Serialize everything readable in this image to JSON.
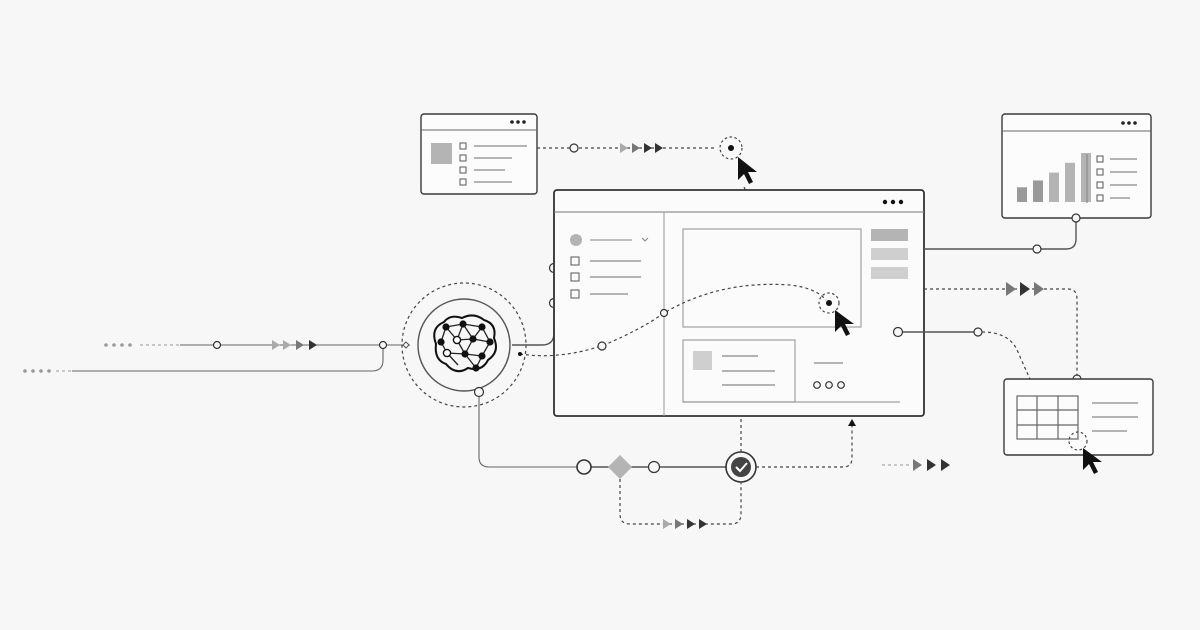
{
  "colors": {
    "background": "#f7f7f7",
    "stroke": "#333333",
    "muted": "#999999",
    "placeholder_fill": "#b4b4b4"
  },
  "icons": [
    "neural-network-brain-icon",
    "cursor-arrow-icon",
    "check-circle-icon",
    "decision-diamond-icon",
    "window-dots-icon",
    "bar-chart-icon",
    "grid-table-icon"
  ],
  "bar_chart_levels": [
    0.3,
    0.44,
    0.6,
    0.8,
    1.0
  ]
}
